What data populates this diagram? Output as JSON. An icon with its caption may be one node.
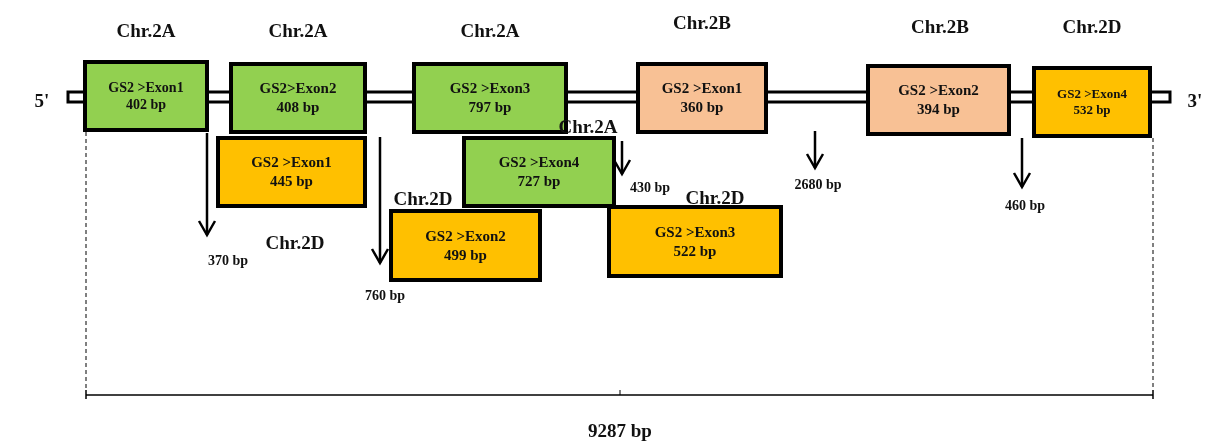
{
  "diagram": {
    "nodes": [
      {
        "text": [
          "GS2 >Exon1",
          "402 bp"
        ],
        "beside": [
          "Chr.2A"
        ]
      },
      {
        "text": [
          "GS2>Exon2",
          "408 bp"
        ],
        "beside": [
          "Chr.2A"
        ]
      },
      {
        "text": [
          "GS2 >Exon1",
          "445 bp"
        ],
        "beside": [
          "Chr.2D"
        ]
      },
      {
        "text": [
          "GS2 >Exon3",
          "797 bp"
        ],
        "beside": [
          "Chr.2A"
        ]
      },
      {
        "text": [
          "GS2 >Exon4",
          "727 bp"
        ],
        "beside": [
          "Chr.2A"
        ]
      },
      {
        "text": [
          "GS2 >Exon2",
          "499 bp"
        ],
        "beside": [
          "Chr.2D"
        ]
      },
      {
        "text": [
          "GS2 >Exon3",
          "522 bp"
        ],
        "beside": [
          "Chr.2D"
        ]
      },
      {
        "text": [
          "GS2 >Exon1",
          "360 bp"
        ],
        "beside": [
          "Chr.2B"
        ]
      },
      {
        "text": [
          "GS2 >Exon2",
          "394 bp"
        ],
        "beside": [
          "Chr.2B"
        ]
      },
      {
        "text": [
          "GS2 >Exon4",
          "532 bp"
        ],
        "beside": [
          "Chr.2D"
        ]
      }
    ],
    "edges": [],
    "labels": [
      "5'",
      "3'",
      "370 bp",
      "760 bp",
      "430 bp",
      "2680 bp",
      "460 bp",
      "9287 bp"
    ]
  }
}
